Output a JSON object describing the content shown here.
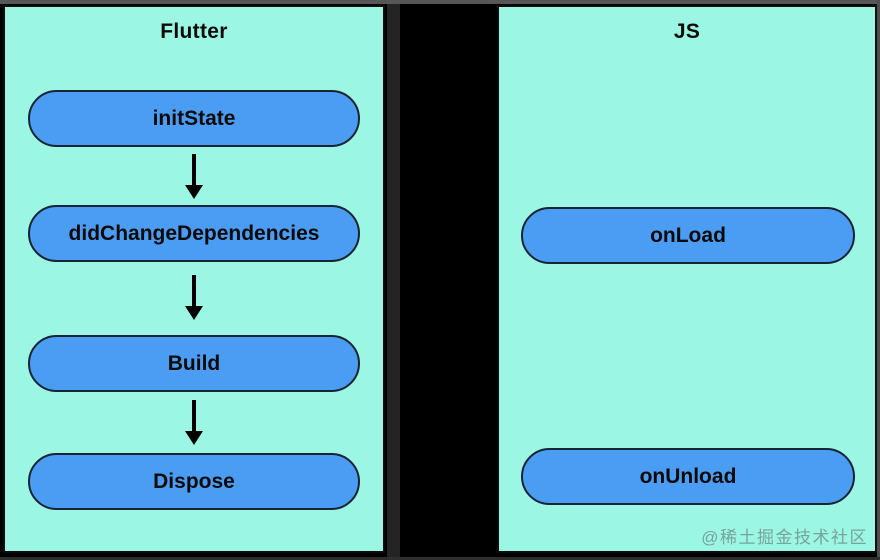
{
  "canvas": {
    "background": "#000000"
  },
  "colors": {
    "panel_bg": "#9cf6e4",
    "panel_border": "#0c0c0c",
    "node_bg": "#4a9df2",
    "node_border": "#182433",
    "arrow": "#000000",
    "text": "#0a0a0a",
    "watermark": "#6f8f8a"
  },
  "panels": [
    {
      "title": "Flutter",
      "nodes": [
        {
          "label": "initState"
        },
        {
          "label": "didChangeDependencies"
        },
        {
          "label": "Build"
        },
        {
          "label": "Dispose"
        }
      ],
      "arrows": 3
    },
    {
      "title": "JS",
      "nodes": [
        {
          "label": "onLoad"
        },
        {
          "label": "onUnload"
        }
      ],
      "arrows": 0
    }
  ],
  "watermark": {
    "text": "@稀土掘金技术社区"
  }
}
